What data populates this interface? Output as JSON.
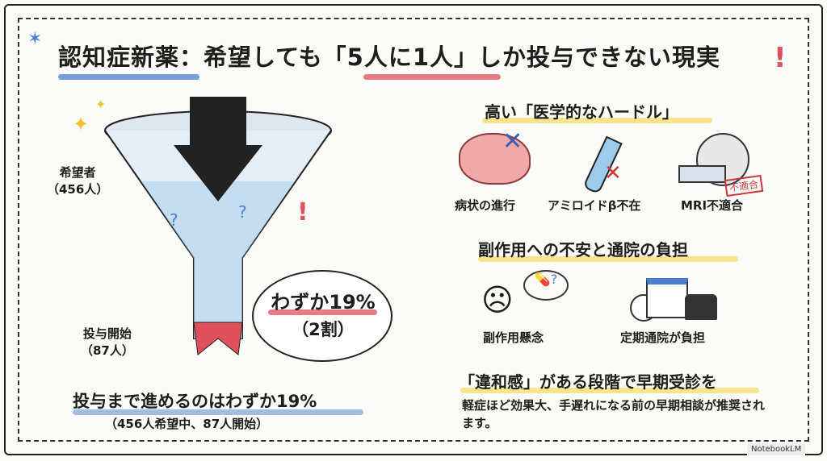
{
  "title": "認知症新薬：希望しても「5人に1人」しか投与できない現実",
  "funnel": {
    "top_label": "希望者",
    "top_count": "（456人）",
    "bottom_label": "投与開始",
    "bottom_count": "（87人）",
    "bubble_main": "わずか19%",
    "bubble_sub": "（2割）",
    "summary": "投与まで進めるのはわずか19%",
    "summary_sub": "（456人希望中、87人開始）",
    "percent": 19
  },
  "hurdles": {
    "heading": "高い「医学的なハードル」",
    "items": [
      {
        "label": "病状の進行"
      },
      {
        "label": "アミロイドβ不在"
      },
      {
        "label": "MRI不適合",
        "stamp": "不適合"
      }
    ]
  },
  "burden": {
    "heading": "副作用への不安と通院の負担",
    "items": [
      {
        "label": "副作用懸念"
      },
      {
        "label": "定期通院が負担"
      }
    ]
  },
  "advice": {
    "heading": "「違和感」がある段階で早期受診を",
    "text": "軽症ほど効果大、手遅れになる前の早期相談が推奨されます。"
  },
  "badge": "NotebookLM",
  "colors": {
    "blue": "#4a7fd0",
    "red": "#e0505a",
    "yellow": "#f4dc6a"
  }
}
